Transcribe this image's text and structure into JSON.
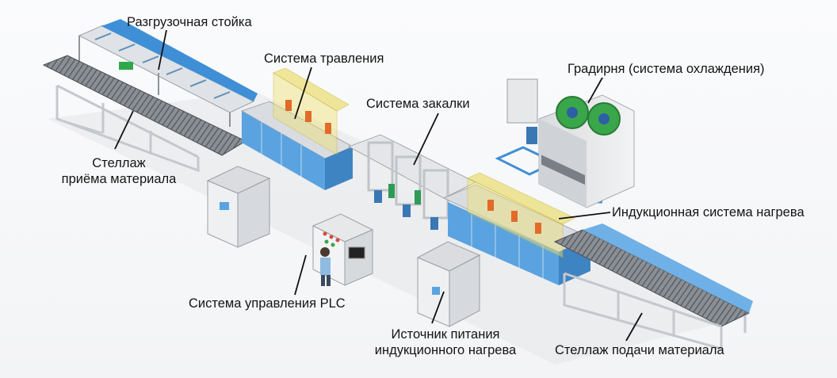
{
  "labels": {
    "unloading_rack": "Разгрузочная стойка",
    "etching_system": "Система травления",
    "quenching_system": "Система закалки",
    "cooling_tower": "Градирня (система охлаждения)",
    "receiving_rack_line1": "Стеллаж",
    "receiving_rack_line2": "приёма материала",
    "induction_heating_system": "Индукционная система нагрева",
    "plc_control_system": "Система управления PLC",
    "power_source_line1": "Источник питания",
    "power_source_line2": "индукционного нагрева",
    "feeding_rack": "Стеллаж подачи материала"
  },
  "colors": {
    "frame_blue": "#3f8fd6",
    "cabinet_blue": "#5aa3e0",
    "rail_light_blue": "#6fb0e6",
    "safety_yellow": "#e9d64a",
    "frame_gray": "#d5d8dc",
    "rack_dark": "#6d7278",
    "cabinet_white": "#ecedef",
    "fan_green": "#3aa64a",
    "label_text": "#141414"
  }
}
